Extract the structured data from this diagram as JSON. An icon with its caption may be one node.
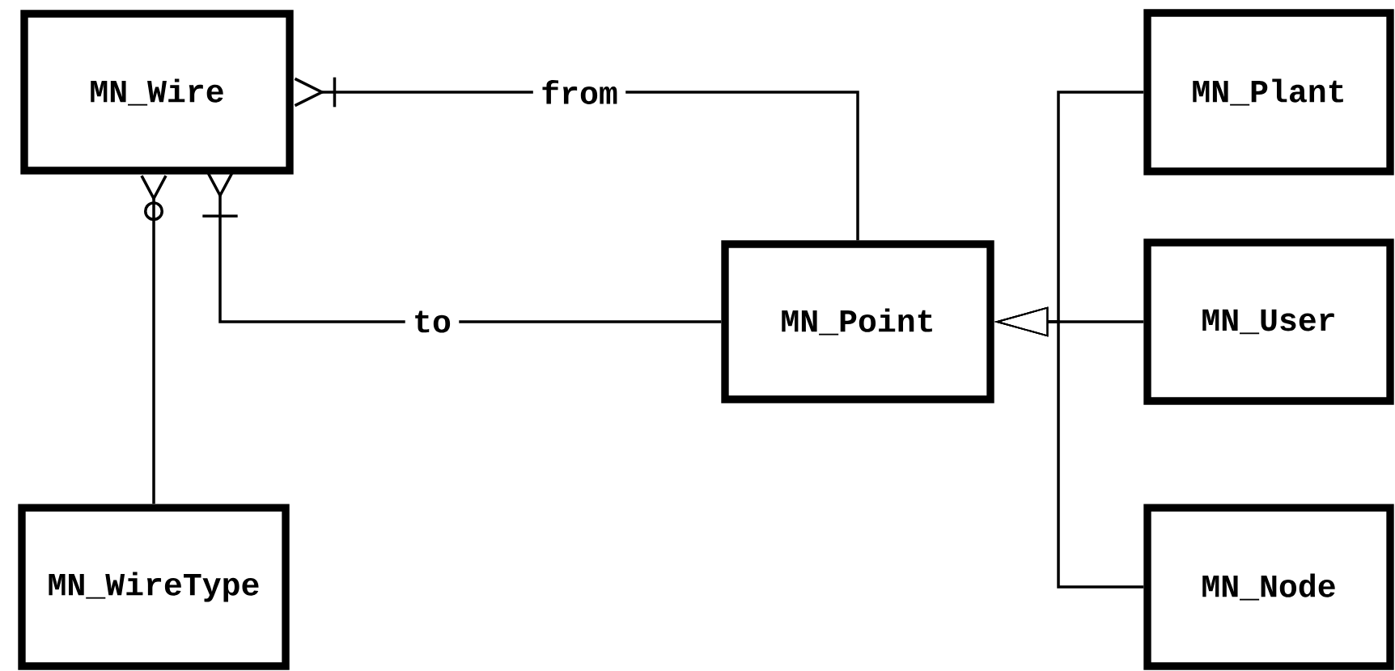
{
  "diagram": {
    "nodes": [
      {
        "text": [
          "MN_Wire"
        ]
      },
      {
        "text": [
          "MN_Point"
        ]
      },
      {
        "text": [
          "MN_Plant"
        ]
      },
      {
        "text": [
          "MN_User"
        ]
      },
      {
        "text": [
          "MN_Node"
        ]
      },
      {
        "text": [
          "MN_WireType"
        ]
      }
    ],
    "edges": [
      {
        "from": 1,
        "to": 0,
        "arrow": "other",
        "label": "from"
      },
      {
        "from": 1,
        "to": 0,
        "arrow": "other",
        "label": "to"
      },
      {
        "from": 5,
        "to": 0,
        "arrow": "other"
      },
      {
        "from": 2,
        "to": 1,
        "arrow": "to"
      },
      {
        "from": 3,
        "to": 1,
        "arrow": "to"
      },
      {
        "from": 4,
        "to": 1,
        "arrow": "to"
      }
    ]
  }
}
